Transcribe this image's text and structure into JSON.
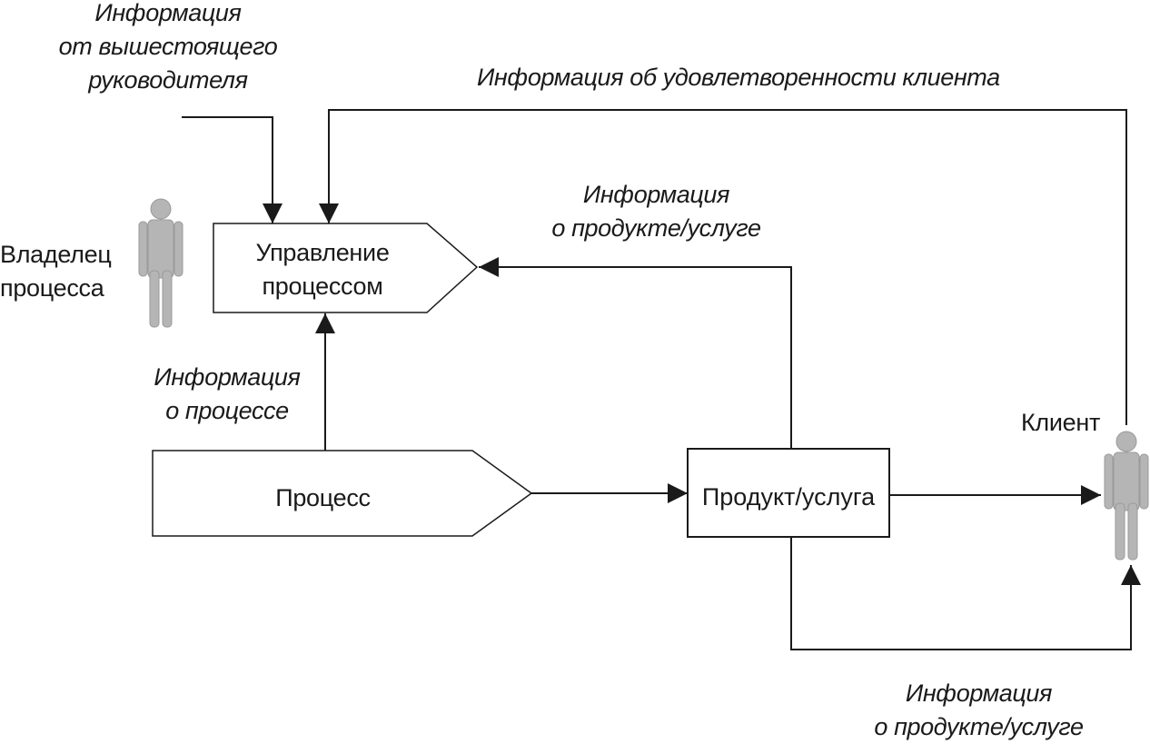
{
  "labels": {
    "superior_info": [
      "Информация",
      "от вышестоящего",
      "руководителя"
    ],
    "customer_satisfaction_info": "Информация об удовлетворенности клиента",
    "product_info_top": [
      "Информация",
      "о продукте/услуге"
    ],
    "process_info": [
      "Информация",
      "о процессе"
    ],
    "product_info_bottom": [
      "Информация",
      "о продукте/услуге"
    ],
    "process_owner": [
      "Владелец",
      "процесса"
    ],
    "client": "Клиент"
  },
  "boxes": {
    "process_management": [
      "Управление",
      "процессом"
    ],
    "process": "Процесс",
    "product_service": "Продукт/услуга"
  },
  "colors": {
    "line": "#1a1a1a",
    "person": "#b5b5b5",
    "background": "#ffffff"
  }
}
